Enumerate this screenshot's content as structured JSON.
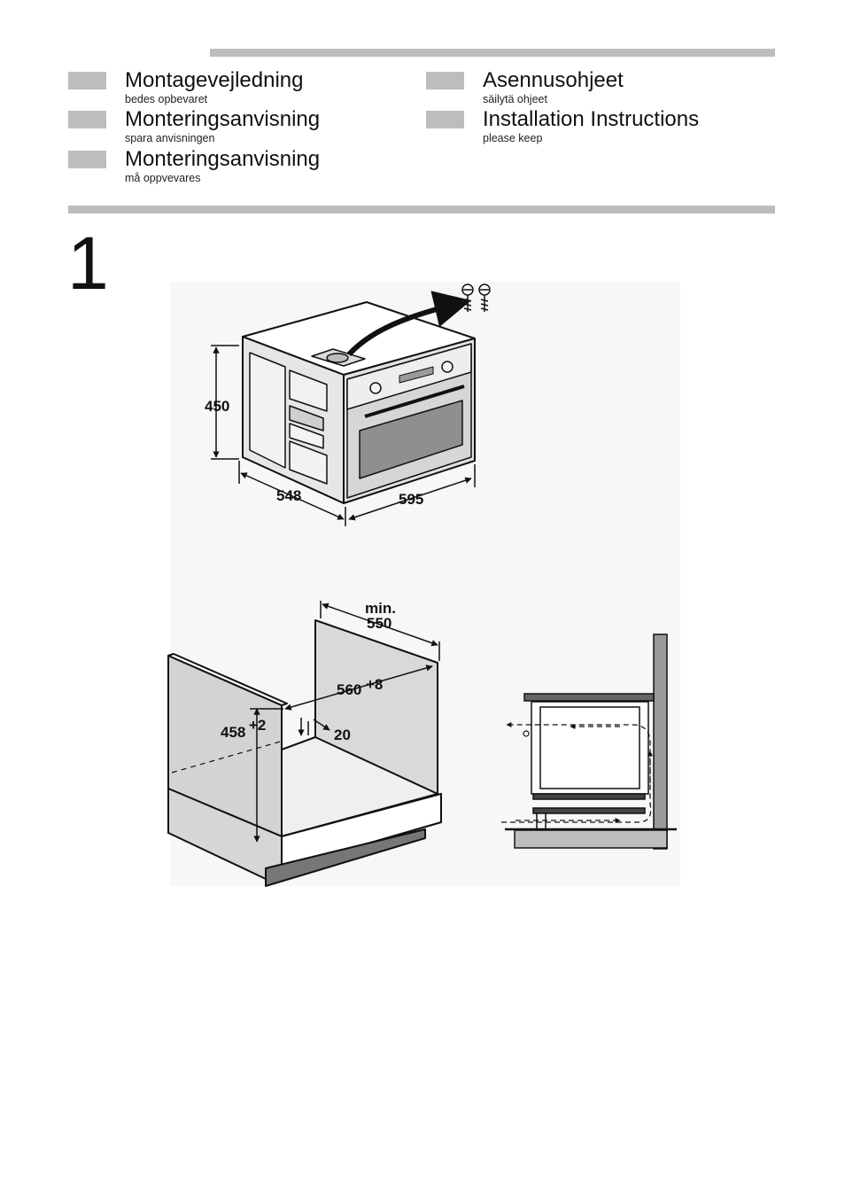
{
  "header": {
    "languages": [
      {
        "title": "Montagevejledning",
        "subtitle": "bedes opbevaret"
      },
      {
        "title": "Monteringsanvisning",
        "subtitle": "spara anvisningen"
      },
      {
        "title": "Monteringsanvisning",
        "subtitle": "må oppvevares"
      },
      {
        "title": "Asennusohjeet",
        "subtitle": "säilytä ohjeet"
      },
      {
        "title": "Installation Instructions",
        "subtitle": "please keep"
      }
    ]
  },
  "step": {
    "number": "1"
  },
  "figure": {
    "oven": {
      "height": "450",
      "depth": "548",
      "width": "595"
    },
    "cabinet": {
      "min_label": "min.",
      "min_depth": "550",
      "width": "560",
      "width_tol": "+8",
      "height": "458",
      "height_tol": "+2",
      "gap": "20"
    }
  }
}
